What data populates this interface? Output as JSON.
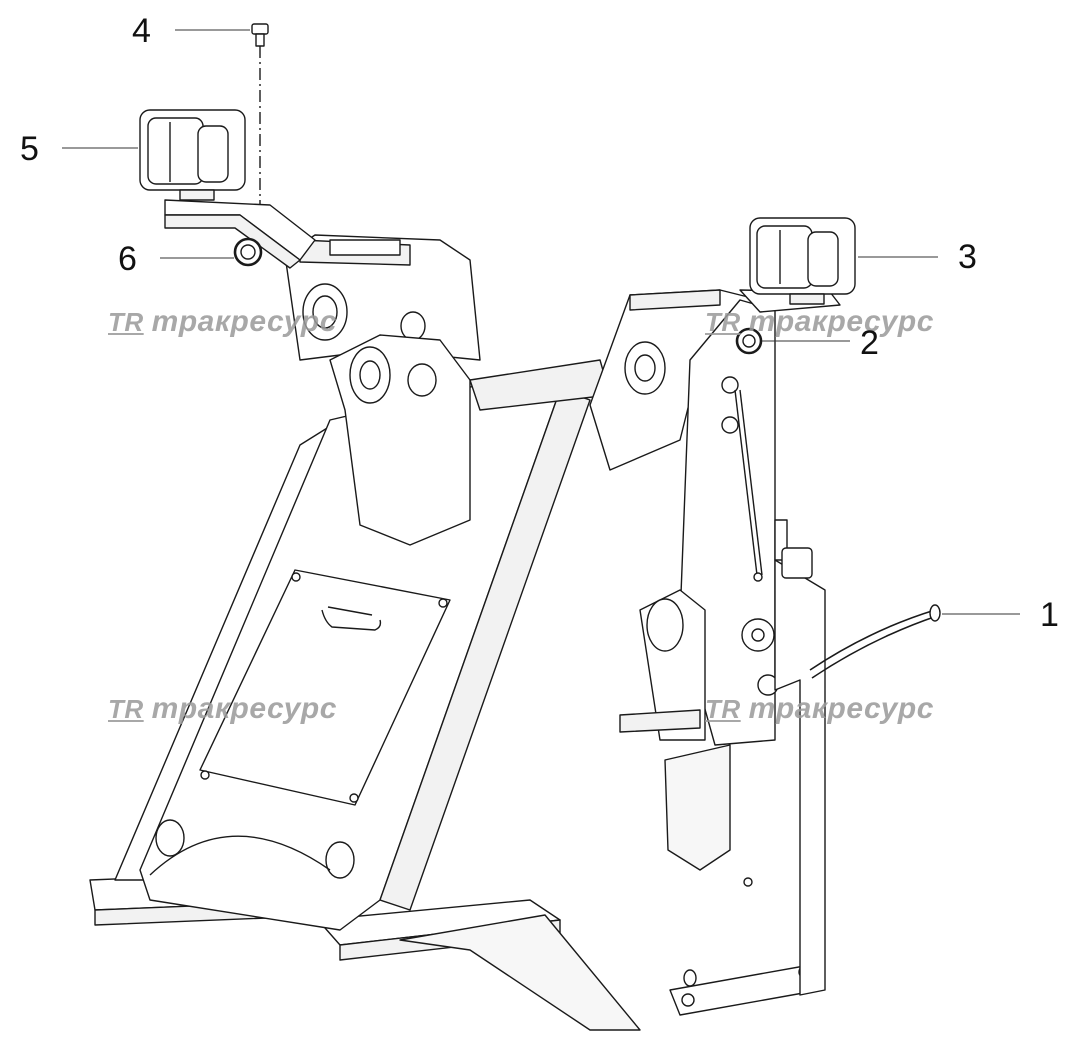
{
  "callouts": [
    "1",
    "2",
    "3",
    "4",
    "5",
    "6"
  ],
  "watermark": {
    "logo": "TR",
    "text": "тракресурс"
  },
  "colors": {
    "line": "#1a1a1a",
    "fill": "#ffffff",
    "shade": "#f2f2f2",
    "watermark": "#9a9a9a"
  },
  "icons": {
    "work-lamp": "work-lamp-icon",
    "bolt": "bolt-icon",
    "grommet": "grommet-icon"
  }
}
